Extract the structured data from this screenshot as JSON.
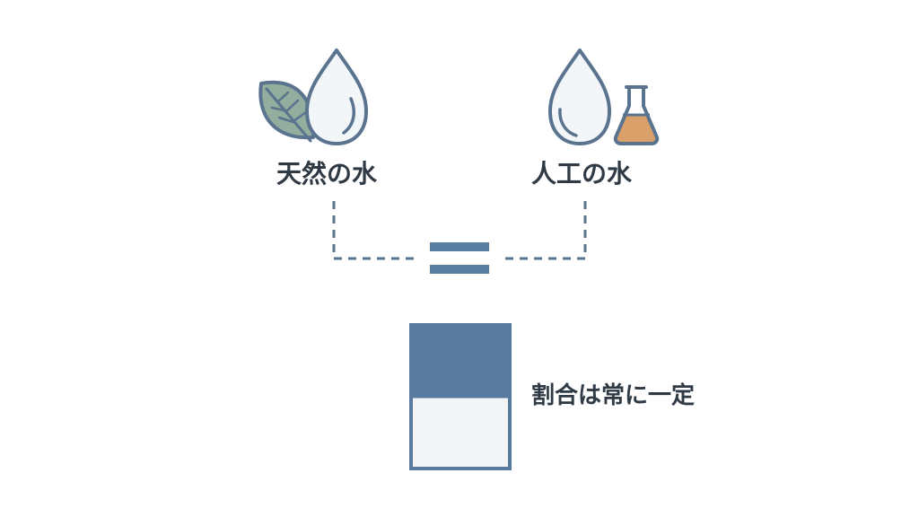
{
  "labels": {
    "natural_water": "天然の水",
    "artificial_water": "人工の水",
    "ratio_constant": "割合は常に一定"
  },
  "icons": {
    "natural": [
      "leaf-icon",
      "water-drop-icon"
    ],
    "artificial": [
      "water-drop-icon",
      "flask-icon"
    ],
    "relation": "equals-icon"
  },
  "ratio": {
    "top_fraction": 0.5
  },
  "colors": {
    "outline": "#5a7490",
    "drop_fill": "#f3f6f9",
    "leaf_fill": "#93ad9e",
    "flask_liquid": "#d9a06a",
    "connector": "#5a7490",
    "equals": "#5a7ea0",
    "ratio_top": "#577a9e",
    "ratio_bottom": "#f2f4f6",
    "text": "#2f3a45"
  }
}
